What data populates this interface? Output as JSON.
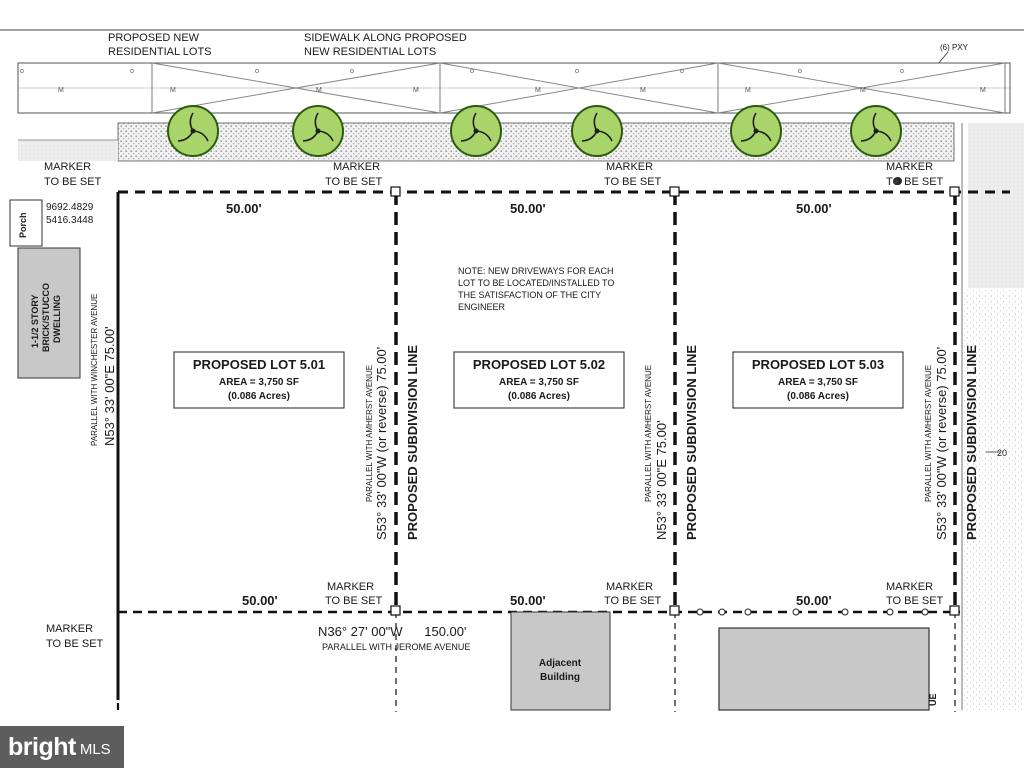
{
  "top_notes": {
    "lots_label_1": "PROPOSED NEW",
    "lots_label_2": "RESIDENTIAL LOTS",
    "sidewalk_label_1": "SIDEWALK  ALONG PROPOSED",
    "sidewalk_label_2": "NEW RESIDENTIAL LOTS",
    "pxy_label": "(6) PXY"
  },
  "marker_text_1": "MARKER",
  "marker_text_2": "TO BE SET",
  "coords": {
    "line1": "9692.4829",
    "line2": "5416.3448"
  },
  "porch_label": "Porch",
  "dwelling": [
    "1-1/2 STORY",
    "BRICK/STUCCO",
    "DWELLING"
  ],
  "lot_width_label": "50.00'",
  "lots": [
    {
      "name": "PROPOSED LOT 5.01",
      "area": "AREA = 3,750 SF",
      "acres": "(0.086 Acres)"
    },
    {
      "name": "PROPOSED LOT 5.02",
      "area": "AREA = 3,750 SF",
      "acres": "(0.086 Acres)"
    },
    {
      "name": "PROPOSED LOT 5.03",
      "area": "AREA = 3,750 SF",
      "acres": "(0.086 Acres)"
    }
  ],
  "note_lines": [
    "NOTE: NEW DRIVEWAYS FOR EACH",
    "LOT TO BE LOCATED/INSTALLED TO",
    "THE SATISFACTION OF THE CITY",
    "ENGINEER"
  ],
  "west_bearing": "N53° 33' 00\"E  75.00'",
  "west_parallel": "PARALLEL WITH WINCHESTER AVENUE",
  "sub_bearing_s": "S53° 33' 00\"W (or reverse)  75.00'",
  "sub_bearing_n": "N53° 33' 00\"E  75.00'",
  "amherst_parallel": "PARALLEL WITH AMHERST AVENUE",
  "subdivision_label": "PROPOSED SUBDIVISION LINE",
  "south_bearing": "N36° 27' 00\"W      150.00'",
  "jerome_parallel": "PARALLEL WITH JEROME AVENUE",
  "adjacent_building": [
    "Adjacent",
    "Building"
  ],
  "edge_number": "20",
  "edge_fragment": "UE",
  "sidewalk_marks": [
    "o",
    "M",
    "o",
    "M",
    "o",
    "M",
    "o",
    "M",
    "o",
    "M",
    "o",
    "M",
    "o",
    "M",
    "o",
    "M",
    "o",
    "M"
  ],
  "watermark": {
    "bright": "bright",
    "mls": "MLS"
  },
  "colors": {
    "lot_line": "#111111",
    "tree_fill": "#a9d46a",
    "tree_stroke": "#2d5a12",
    "building_fill": "#c8c8c8",
    "stipple": "#d9d9d9"
  }
}
